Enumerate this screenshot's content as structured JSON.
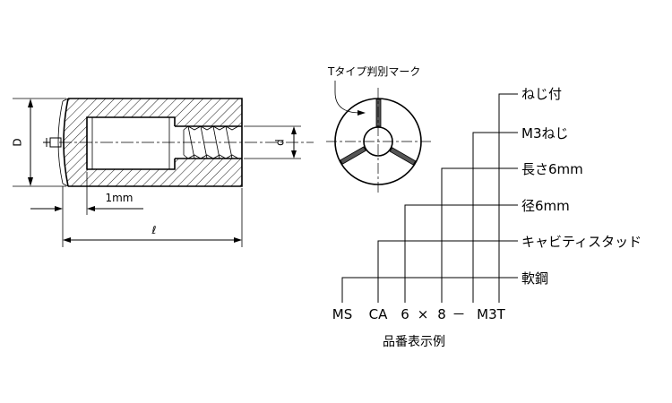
{
  "side_view": {
    "dim_D": "D",
    "dim_d": "d",
    "dim_1mm": "1mm",
    "dim_length": "ℓ"
  },
  "end_view": {
    "type_mark_label": "Tタイプ判別マーク"
  },
  "designation": {
    "parts": [
      "MS",
      "CA",
      "6",
      "×",
      "8",
      "－",
      "M3T"
    ],
    "labels": {
      "threaded": "ねじ付",
      "thread": "M3ねじ",
      "length": "長さ6mm",
      "diameter": "径6mm",
      "material_type": "キャビティスタッド",
      "material": "軟鋼"
    },
    "caption": "品番表示例"
  }
}
